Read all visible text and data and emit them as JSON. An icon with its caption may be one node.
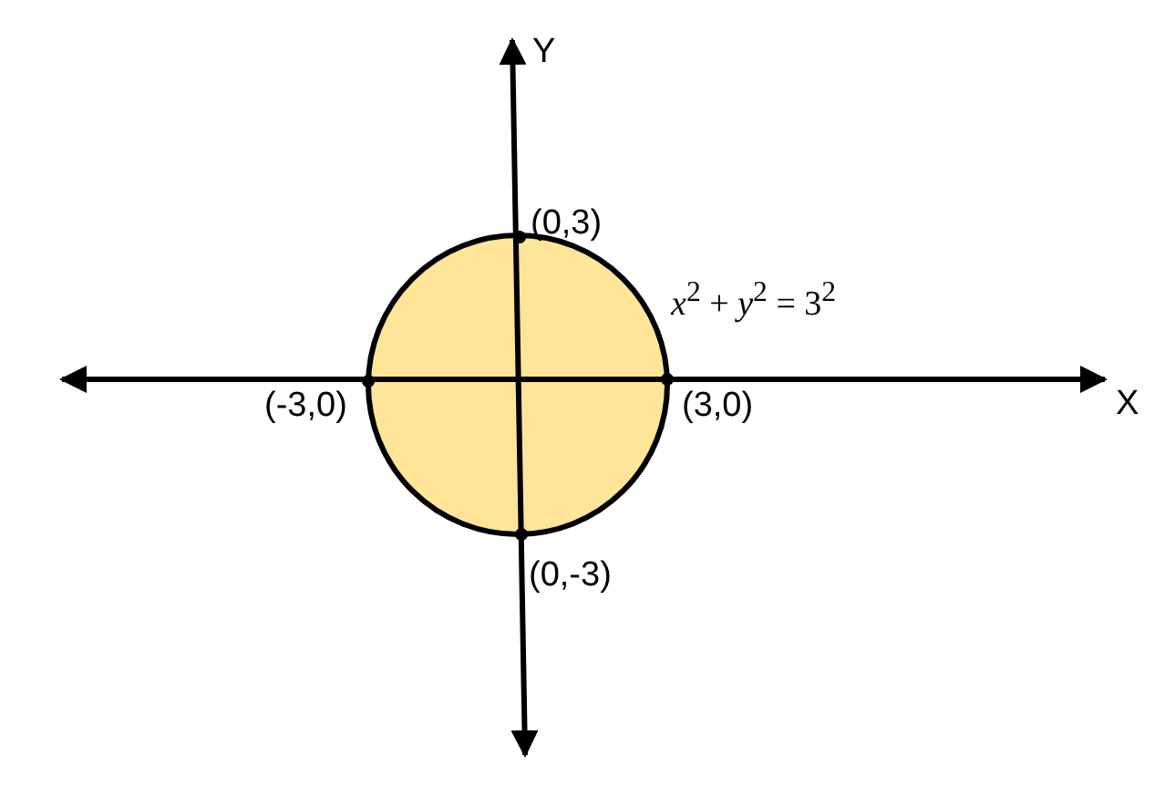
{
  "diagram": {
    "labels": [
      "Y",
      "(0,3)",
      "*x*$^{2}$ + *y*$^{2}$ = 3$^{2}$",
      "(-3,0)",
      "(3,0)",
      "X",
      "(0,-3)"
    ]
  }
}
